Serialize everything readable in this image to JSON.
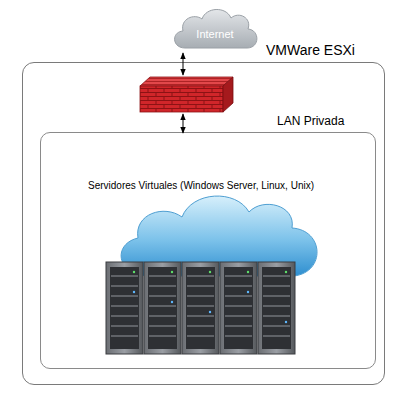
{
  "diagram": {
    "nodes": [
      {
        "text": [
          "Internet"
        ]
      },
      {
        "text": [
          "VMWare ESXi"
        ]
      },
      {
        "text": [
          "LAN Privada"
        ],
        "in": 1
      }
    ],
    "labels": [
      "Servidores Virtuales (Windows Server, Linux, Unix)"
    ]
  }
}
